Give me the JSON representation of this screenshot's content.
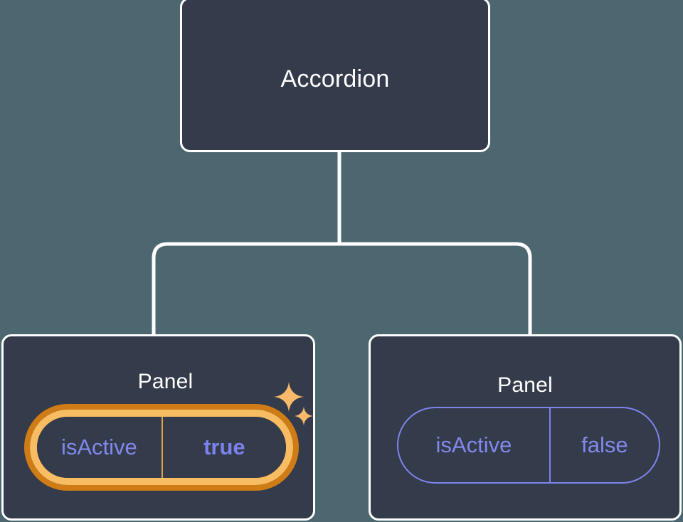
{
  "diagram": {
    "type": "component-tree",
    "background_color": "#4c6770",
    "node_fill_color": "#343b4a",
    "node_border_color": "#ffffff",
    "connector_color": "#ffffff",
    "accent_highlight_color": "#f8bc63",
    "accent_highlight_shadow_color": "#cf7c17",
    "prop_text_color": "#8289ee",
    "root": {
      "name": "root-node",
      "title": "Accordion"
    },
    "children": [
      {
        "name": "panel-node-left",
        "title": "Panel",
        "highlighted": true,
        "prop": {
          "key": "isActive",
          "value": "true"
        },
        "sparkles": [
          {
            "name": "sparkle-large-icon"
          },
          {
            "name": "sparkle-small-icon"
          }
        ]
      },
      {
        "name": "panel-node-right",
        "title": "Panel",
        "highlighted": false,
        "prop": {
          "key": "isActive",
          "value": "false"
        }
      }
    ]
  }
}
